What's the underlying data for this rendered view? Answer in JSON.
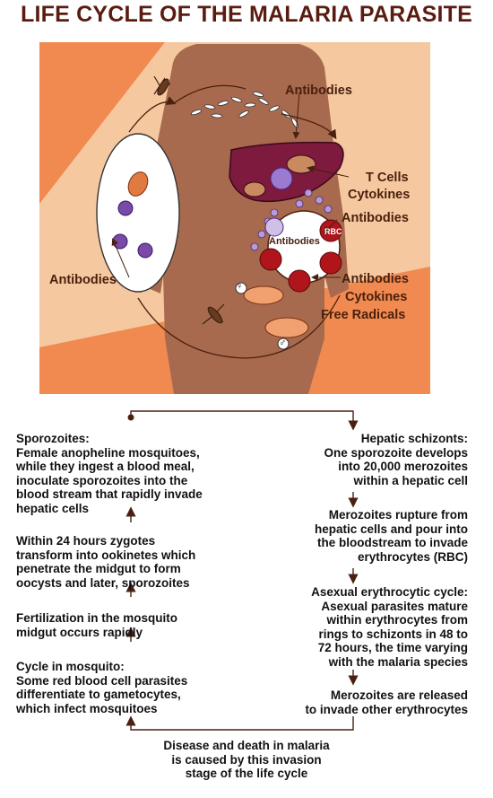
{
  "title": "LIFE CYCLE OF THE MALARIA PARASITE",
  "labels": {
    "antibodies_top": "Antibodies",
    "t_cells": "T Cells",
    "cytokines_1": "Cytokines",
    "antibodies_mid": "Antibodies",
    "antibodies_circle": "Antibodies",
    "rbc": "RBC",
    "antibodies_left": "Antibodies",
    "antibodies_low": "Antibodies",
    "cytokines_2": "Cytokines",
    "free_radicals": "Free Radicals",
    "female_symbol": "♀",
    "male_symbol": "♂"
  },
  "left_column": [
    {
      "lines": [
        "Sporozoites:",
        "Female anopheline mosquitoes,",
        "while they ingest a blood meal,",
        "inoculate sporozoites into the",
        "blood stream that rapidly invade",
        "hepatic cells"
      ]
    },
    {
      "lines": [
        "Within 24 hours zygotes",
        "transform into ookinetes which",
        "penetrate the midgut to form",
        "oocysts and later, sporozoites"
      ]
    },
    {
      "lines": [
        "Fertilization in the mosquito",
        "midgut occurs rapidly"
      ]
    },
    {
      "lines": [
        "Cycle in mosquito:",
        "Some red blood cell parasites",
        "differentiate to gametocytes,",
        "which infect mosquitoes"
      ]
    }
  ],
  "right_column": [
    {
      "lines": [
        "Hepatic schizonts:",
        "One sporozoite develops",
        "into 20,000 merozoites",
        "within a hepatic cell"
      ]
    },
    {
      "lines": [
        "Merozoites rupture from",
        "hepatic cells and pour into",
        "the bloodstream to invade",
        "erythrocytes (RBC)"
      ]
    },
    {
      "lines": [
        "Asexual erythrocytic cycle:",
        "Asexual parasites mature",
        "within erythrocytes from",
        "rings to schizonts in 48 to",
        "72 hours, the time varying",
        "with the malaria species"
      ]
    },
    {
      "lines": [
        "Merozoites are released",
        "to invade other erythrocytes"
      ]
    }
  ],
  "bottom": {
    "lines": [
      "Disease and death in malaria",
      "is caused by this invasion",
      "stage of the life cycle"
    ]
  },
  "colors": {
    "title": "#5a1c10",
    "label": "#4a200e",
    "arrow": "#4a2010",
    "skin": "#a86a4e",
    "liver": "#7d1a3e",
    "rbc": "#b0151b",
    "bg_peach": "#f6c8a0",
    "bg_orange": "#f08a50"
  }
}
